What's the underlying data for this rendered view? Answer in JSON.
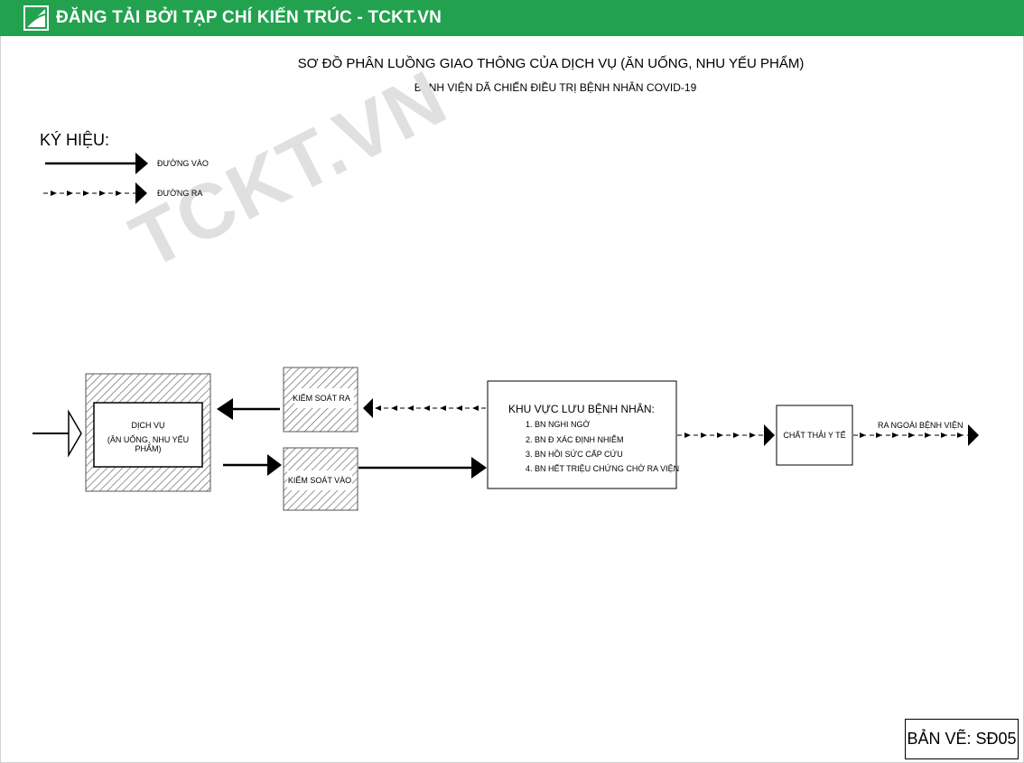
{
  "banner": {
    "text": "ĐĂNG TẢI BỞI TẠP CHÍ KIẾN TRÚC - TCKT.VN",
    "logo_icon": "tckt-logo-icon",
    "color": "#22a24f"
  },
  "title": "SƠ ĐỒ  PHÂN LUỒNG GIAO THÔNG CỦA  DỊCH VỤ (ĂN UỐNG, NHU YẾU PHẨM)",
  "subtitle": "BỆNH VIỆN DÃ CHIẾN ĐIỀU TRỊ BỆNH NHÂN COVID-19",
  "legend": {
    "title": "KÝ HIỆU:",
    "entry_label": "ĐƯỜNG VÀO",
    "exit_label": "ĐƯỜNG RA"
  },
  "watermark": "TCKT.VN",
  "nodes": {
    "service": {
      "line1": "DỊCH VỤ",
      "line2": "(ĂN UỐNG, NHU YẾU PHẨM)"
    },
    "exit_control": "KIỂM SOÁT RA",
    "entry_control": "KIỂM SOÁT VÀO",
    "patient_area": {
      "title": "KHU  VỰC LƯU BỆNH NHÂN:",
      "items": [
        "1. BN NGHI NGỜ",
        "2. BN Đ   XÁC ĐỊNH NHIỄM",
        "3. BN HỒI SỨC CẤP CỨU",
        "4. BN HẾT TRIỆU CHỨNG CHỜ RA VIỆN"
      ]
    },
    "medical_waste": "CHẤT THẢI Y TẾ",
    "hospital_exit": "RA NGOÀI BỆNH VIỆN"
  },
  "drawing_number": "BẢN VẼ: SĐ05"
}
